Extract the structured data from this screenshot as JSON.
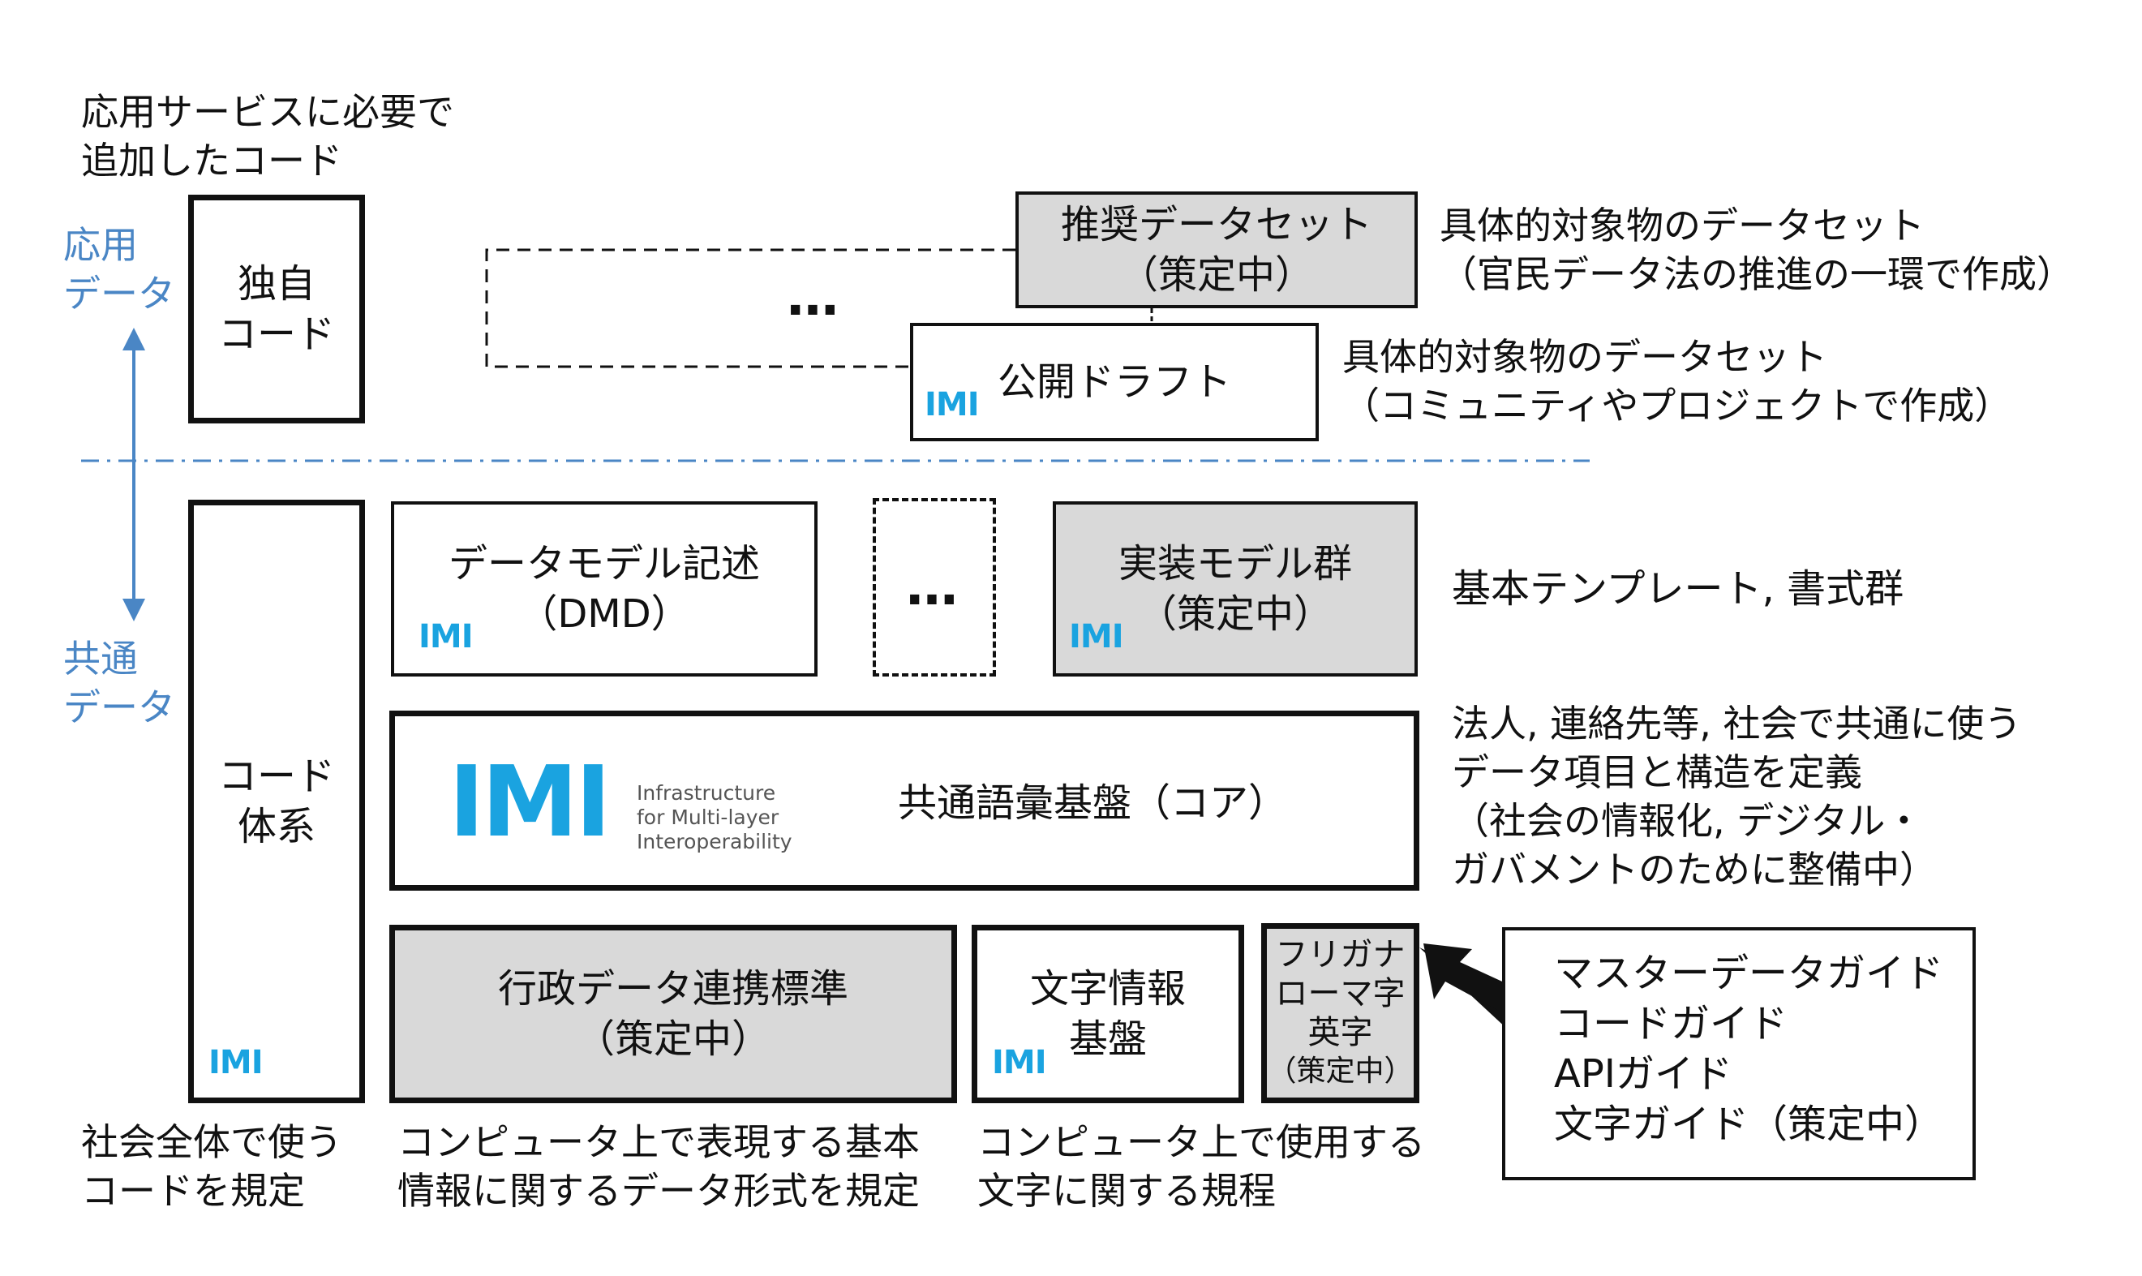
{
  "top_note": [
    "応用サービスに必要で",
    "追加したコード"
  ],
  "left_labels": {
    "app_data": [
      "応用",
      "データ"
    ],
    "common_data": [
      "共通",
      "データ"
    ]
  },
  "boxes": {
    "own_code": [
      "独自",
      "コード"
    ],
    "recommended": [
      "推奨データセット",
      "（策定中）"
    ],
    "draft": "公開ドラフト",
    "dmd": [
      "データモデル記述",
      "（DMD）"
    ],
    "ellipsis": "…",
    "impl_models": [
      "実装モデル群",
      "（策定中）"
    ],
    "core": "共通語彙基盤（コア）",
    "code_system": [
      "コード",
      "体系"
    ],
    "gov_std": [
      "行政データ連携標準",
      "（策定中）"
    ],
    "char_info": [
      "文字情報",
      "基盤"
    ],
    "furigana": [
      "フリガナ",
      "ローマ字",
      "英字",
      "（策定中）"
    ]
  },
  "imi_logo": {
    "mark": "IMI",
    "tagline": [
      "Infrastructure",
      "for Multi-layer",
      "Interoperability"
    ]
  },
  "right_notes": {
    "recommended": [
      "具体的対象物のデータセット",
      "（官民データ法の推進の一環で作成）"
    ],
    "draft": [
      "具体的対象物のデータセット",
      "（コミュニティやプロジェクトで作成）"
    ],
    "templates": "基本テンプレート, 書式群",
    "core": [
      "法人, 連絡先等, 社会で共通に使う",
      "データ項目と構造を定義",
      "（社会の情報化, デジタル・",
      "ガバメントのために整備中）"
    ]
  },
  "guides": [
    "マスターデータガイド",
    "コードガイド",
    "APIガイド",
    "文字ガイド（策定中）"
  ],
  "bottom_notes": {
    "code_system": [
      "社会全体で使う",
      "コードを規定"
    ],
    "gov_std": [
      "コンピュータ上で表現する基本",
      "情報に関するデータ形式を規定"
    ],
    "char_info": [
      "コンピュータ上で使用する",
      "文字に関する規程"
    ]
  },
  "colors": {
    "accent_blue": "#4a86c5",
    "imi_blue": "#1aa3e0",
    "gray_fill": "#d9d9d9"
  }
}
